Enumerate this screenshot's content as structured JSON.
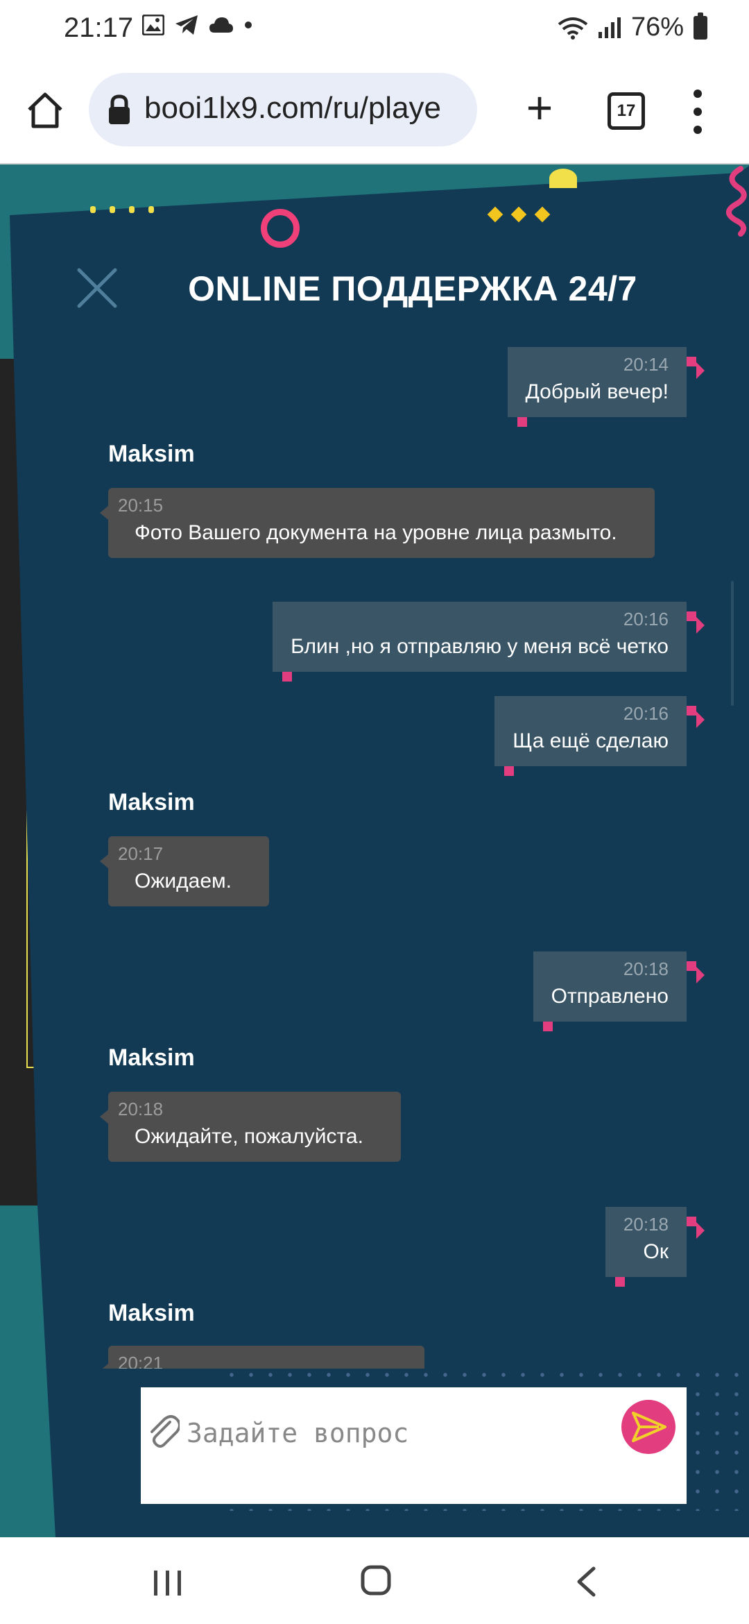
{
  "status_bar": {
    "time": "21:17",
    "battery": "76%",
    "icons": [
      "image-icon",
      "telegram-icon",
      "cloud-icon",
      "dot-icon",
      "wifi-icon",
      "signal-icon",
      "battery-icon"
    ]
  },
  "browser": {
    "url": "booi1lx9.com/ru/playe",
    "tab_count": "17"
  },
  "chat": {
    "title": "ONLINE ПОДДЕРЖКА 24/7",
    "messages": [
      {
        "from": "user",
        "time": "20:14",
        "text": "Добрый вечер!"
      },
      {
        "from": "agent",
        "name": "Maksim",
        "time": "20:15",
        "text": "Фото Вашего документа на уровне лица размыто."
      },
      {
        "from": "user",
        "time": "20:16",
        "text": "Блин ,но я отправляю у меня всё четко"
      },
      {
        "from": "user",
        "time": "20:16",
        "text": "Ща ещё сделаю"
      },
      {
        "from": "agent",
        "name": "Maksim",
        "time": "20:17",
        "text": "Ожидаем."
      },
      {
        "from": "user",
        "time": "20:18",
        "text": "Отправлено"
      },
      {
        "from": "agent",
        "name": "Maksim",
        "time": "20:18",
        "text": "Ожидайте, пожалуйста."
      },
      {
        "from": "user",
        "time": "20:18",
        "text": "Ок"
      },
      {
        "from": "agent",
        "name": "Maksim",
        "time": "20:21",
        "text": ""
      }
    ],
    "input_placeholder": "Задайте вопрос"
  },
  "colors": {
    "panel_bg": "#123a55",
    "accent_pink": "#e23d7e",
    "user_bubble": "#3a5566",
    "agent_bubble": "#4e4e4e"
  }
}
